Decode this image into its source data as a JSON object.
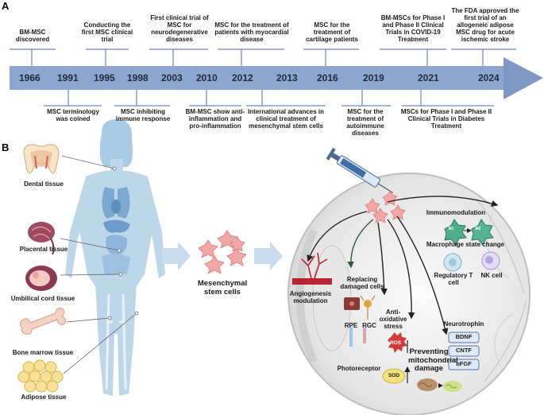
{
  "panels": {
    "a": "A",
    "b": "B"
  },
  "timeline": {
    "years": [
      "1966",
      "1991",
      "1995",
      "1998",
      "2003",
      "2010",
      "2012",
      "2013",
      "2016",
      "2019",
      "2021",
      "2024"
    ],
    "above": [
      "BM-MSC discovered",
      "Conducting the first MSC clinical trial",
      "First clinical trial of MSC for neurodegenerative diseases",
      "MSC for the treatment of patients with myocardial disease",
      "MSC for the treatment of cartilage patients",
      "BM-MSCs for Phase I and Phase II Clinical Trials in COVID-19 Treatment",
      "The FDA approved the first trial of an allogeneic adipose MSC drug for acute ischemic stroke"
    ],
    "below": [
      "MSC terminology was coined",
      "MSC inhibiting immune response",
      "BM-MSC show anti-inflammation and pro-inflammation",
      "International advances in clinical treatment of mesenchymal stem cells",
      "MSC for the treatment of autoimmune diseases",
      "MSCs for Phase I and Phase II Clinical Trials in Diabetes Treatment"
    ]
  },
  "tissues": [
    "Dental tissue",
    "Placental tissue",
    "Umbilical cord tissue",
    "Bone marrow tissue",
    "Adipose tissue"
  ],
  "center_label": "Mesenchymal stem cells",
  "eye": {
    "immunomodulation": "Immunomodulation",
    "m1": "M1",
    "m2": "M2",
    "macrophage": "Macrophage state change",
    "treg": "Regulatory T cell",
    "nk": "NK cell",
    "replacing": "Replacing damaged cells",
    "angiogenesis": "Angiogenesis modulation",
    "rpe": "RPE",
    "rgc": "RGC",
    "photoreceptor": "Photoreceptor",
    "antiox": "Anti-oxidative stress",
    "ros": "ROS",
    "sod": "SOD",
    "neurotrophin": "Neurotrophin",
    "factors": [
      "BDNF",
      "CNTF",
      "bFGF"
    ],
    "mito": "Preventing mitochondrial damage"
  },
  "colors": {
    "arrow": "#8aa3cc",
    "arrow_head": "#7f98c4",
    "line": "#6f86b8",
    "body": "#bcd6ea"
  }
}
